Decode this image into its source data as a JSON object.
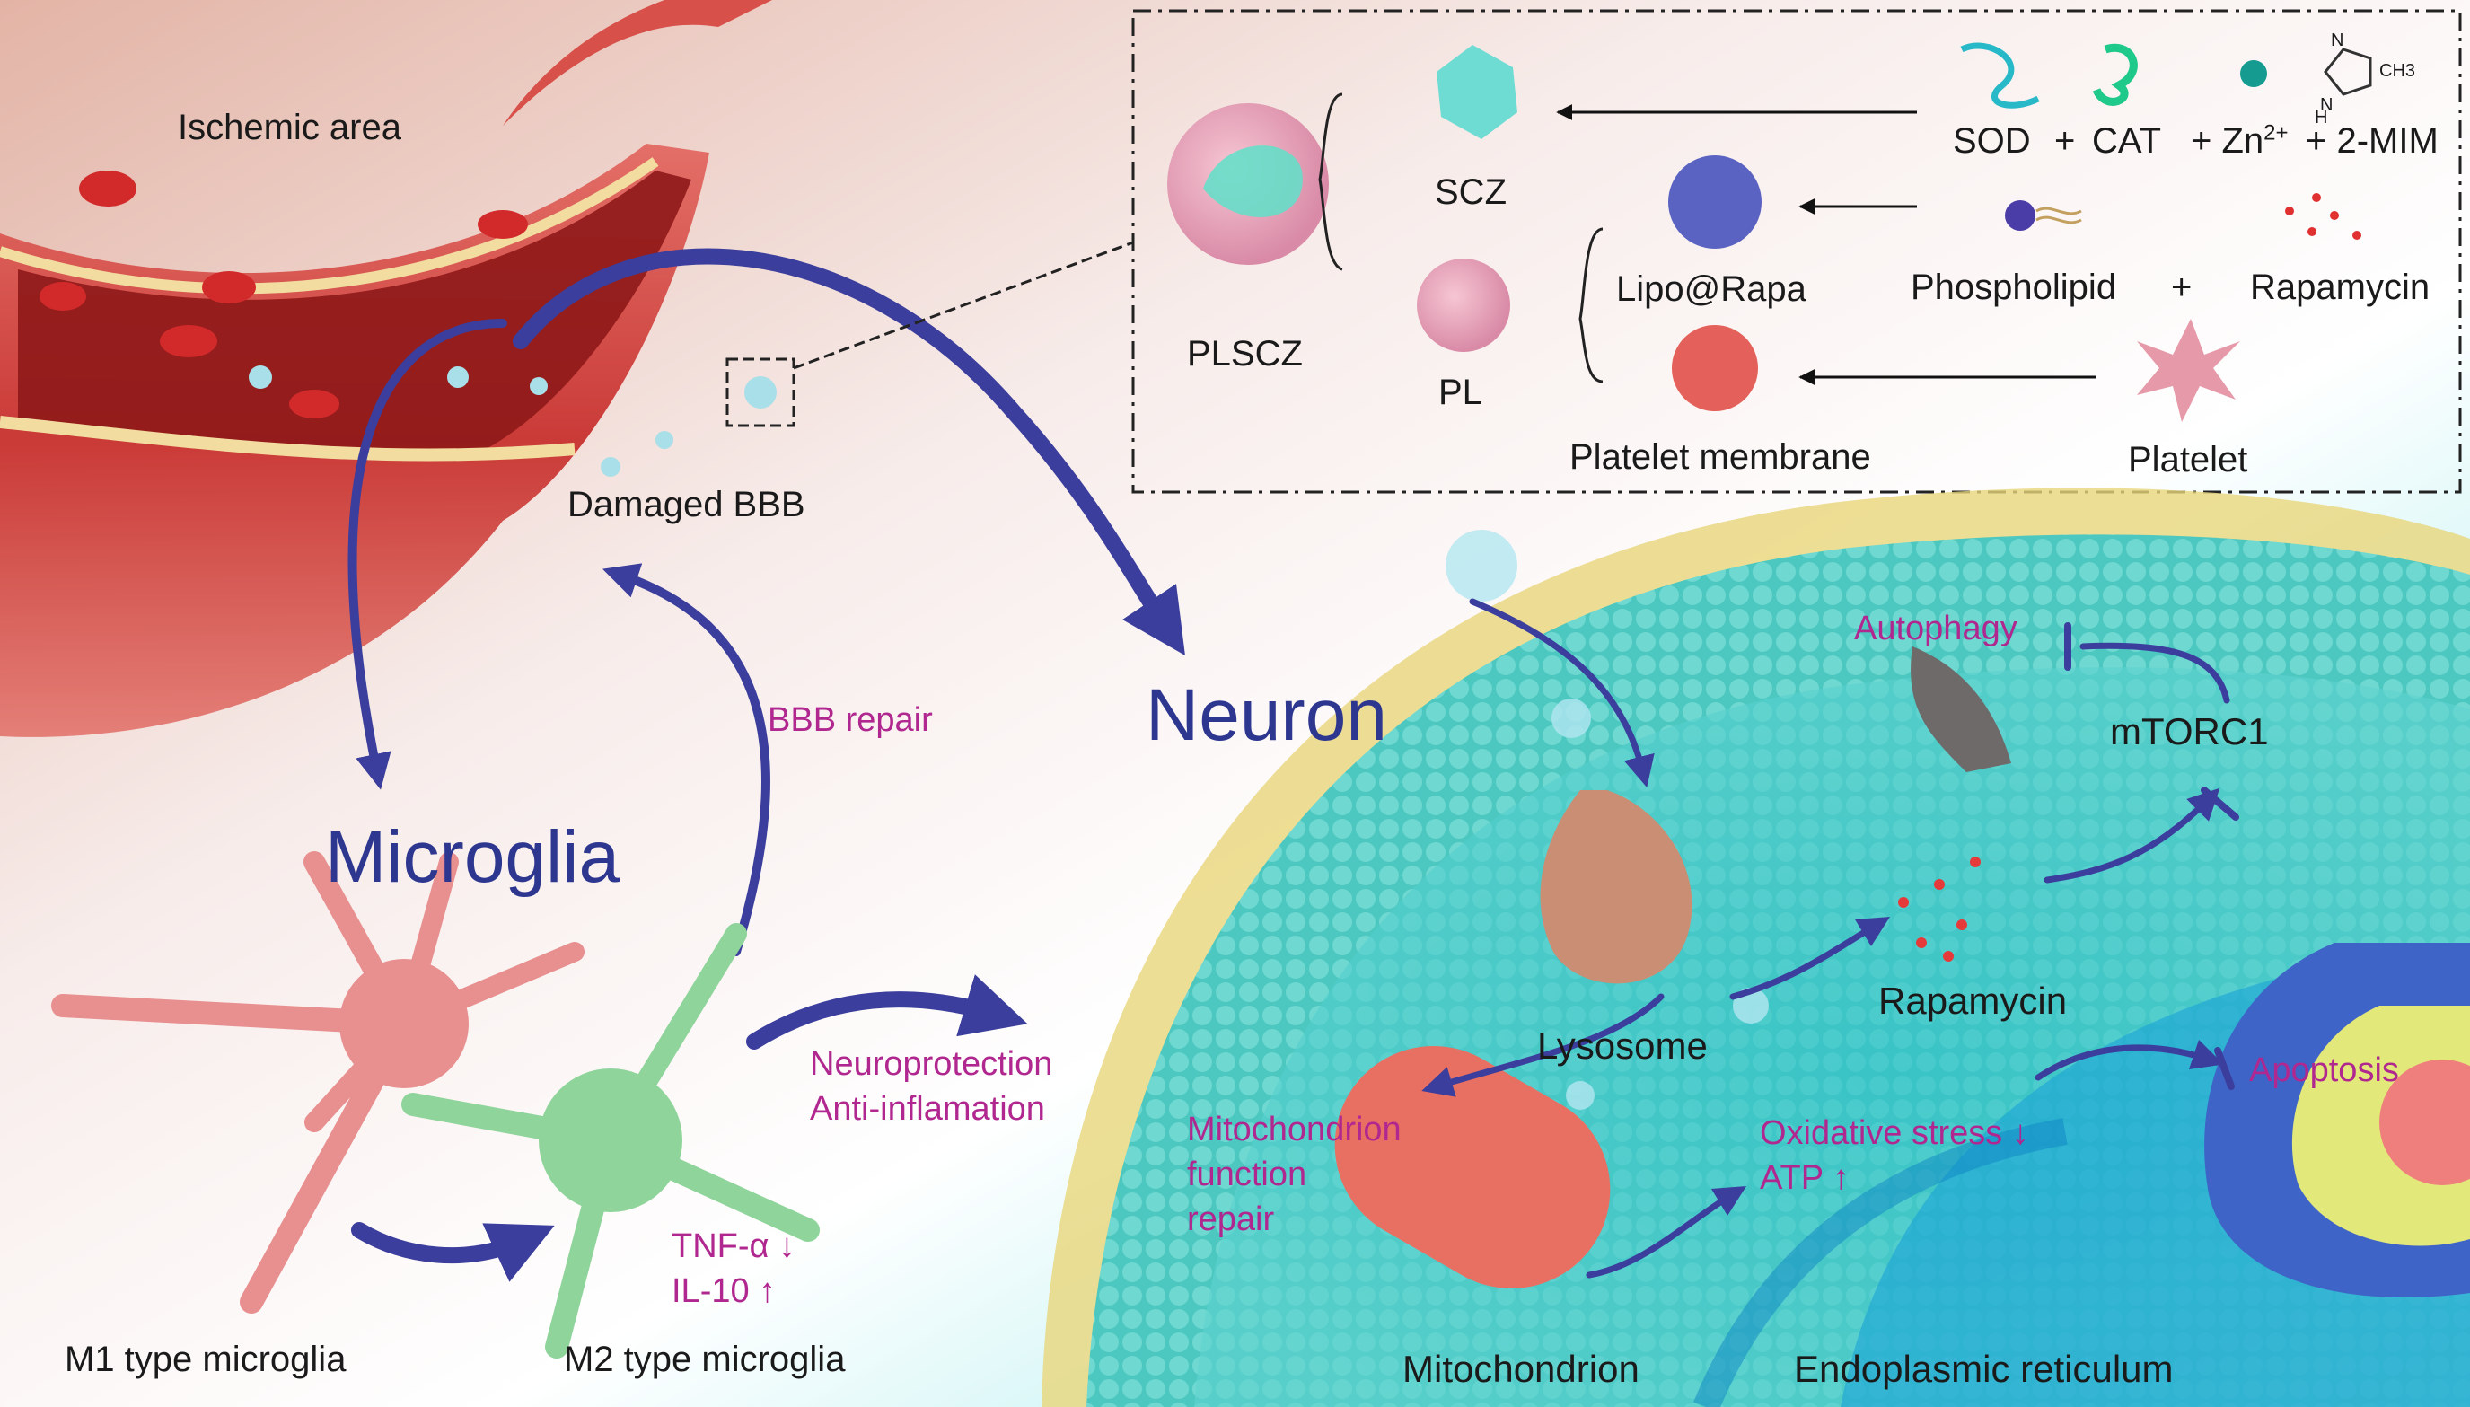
{
  "colors": {
    "arrow": "#3b3e9c",
    "magenta_text": "#b0288f",
    "vessel_red": "#d94a45",
    "neuron_teal": "#53c9c3",
    "m1_pink": "#e88f8f",
    "m2_green": "#8fd49a",
    "panel_border": "#222222"
  },
  "vessel": {
    "ischemic_area": "Ischemic area",
    "damaged_bbb": "Damaged BBB"
  },
  "synthesis_panel": {
    "plscz": "PLSCZ",
    "scz": "SCZ",
    "pl": "PL",
    "lipo_rapa": "Lipo@Rapa",
    "platelet_membrane": "Platelet membrane",
    "sod": "SOD",
    "plus_1": "+",
    "cat": "CAT",
    "zn_prefix": "+ Zn",
    "zn_sup": "2+",
    "mim": "+ 2-MIM",
    "chem_h": "H",
    "chem_n_bottom": "N",
    "chem_n_top": "N",
    "chem_ch3": "CH3",
    "phospholipid": "Phospholipid",
    "plus_2": "+",
    "rapamycin": "Rapamycin",
    "platelet": "Platelet"
  },
  "microglia": {
    "title": "Microglia",
    "bbb_repair": "BBB repair",
    "neuroprotection": "Neuroprotection",
    "anti_inflammation": "Anti-inflamation",
    "tnf": "TNF-α ↓",
    "il10": "IL-10   ↑",
    "m1": "M1 type microglia",
    "m2": "M2 type microglia"
  },
  "neuron": {
    "title": "Neuron",
    "autophagy": "Autophagy",
    "mtorc1": "mTORC1",
    "lysosome": "Lysosome",
    "rapamycin": "Rapamycin",
    "apoptosis": "Apoptosis",
    "mito_repair_1": "Mitochondrion",
    "mito_repair_2": "function",
    "mito_repair_3": "repair",
    "oxidative_stress": "Oxidative stress ↓",
    "atp": "ATP ↑",
    "mitochondrion": "Mitochondrion",
    "er": "Endoplasmic reticulum"
  }
}
